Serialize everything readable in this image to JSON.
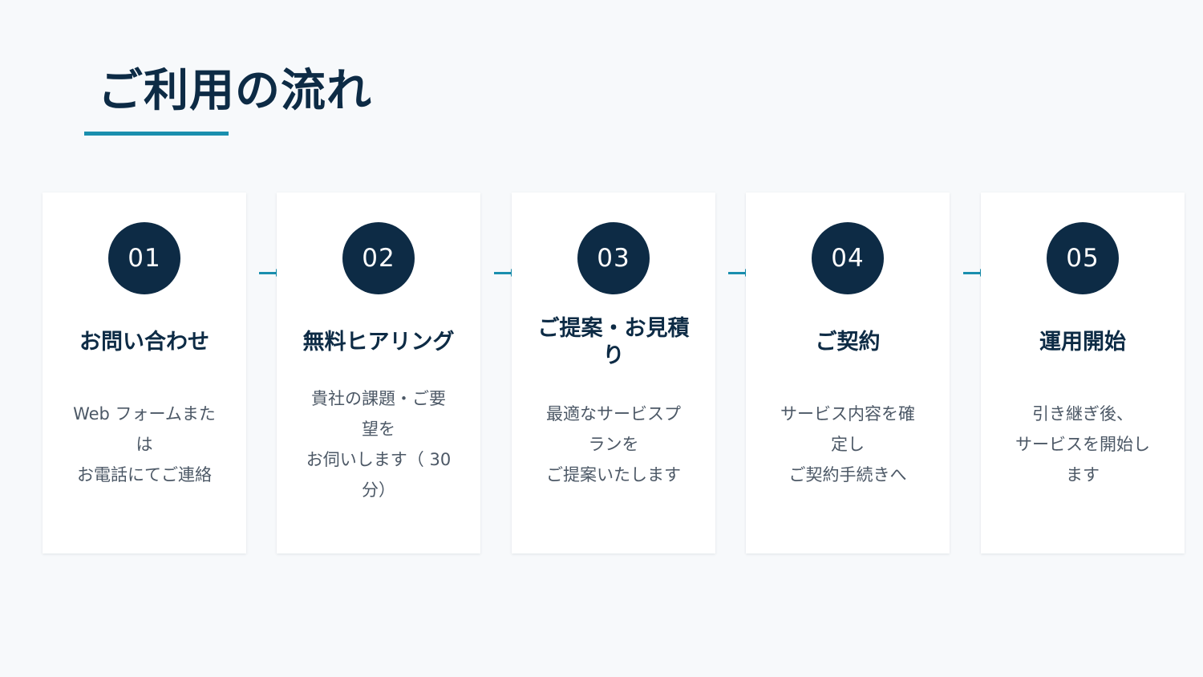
{
  "page": {
    "title": "ご利用の流れ"
  },
  "colors": {
    "background": "#f7f9fb",
    "navy": "#0d2b45",
    "accent": "#1a8fae",
    "card": "#ffffff",
    "body_text": "#4c5866"
  },
  "steps": [
    {
      "number": "01",
      "title": "お問い合わせ",
      "description": "Web フォームまた\nは\nお電話にてご連絡"
    },
    {
      "number": "02",
      "title": "無料ヒアリング",
      "description": "貴社の課題・ご要\n望を\nお伺いします（ 30\n分）"
    },
    {
      "number": "03",
      "title": "ご提案・お見積\nり",
      "description": "最適なサービスプ\nランを\nご提案いたします"
    },
    {
      "number": "04",
      "title": "ご契約",
      "description": "サービス内容を確\n定し\nご契約手続きへ"
    },
    {
      "number": "05",
      "title": "運用開始",
      "description": "引き継ぎ後、\nサービスを開始し\nます"
    }
  ],
  "connector_icon": "arrow-right-icon"
}
